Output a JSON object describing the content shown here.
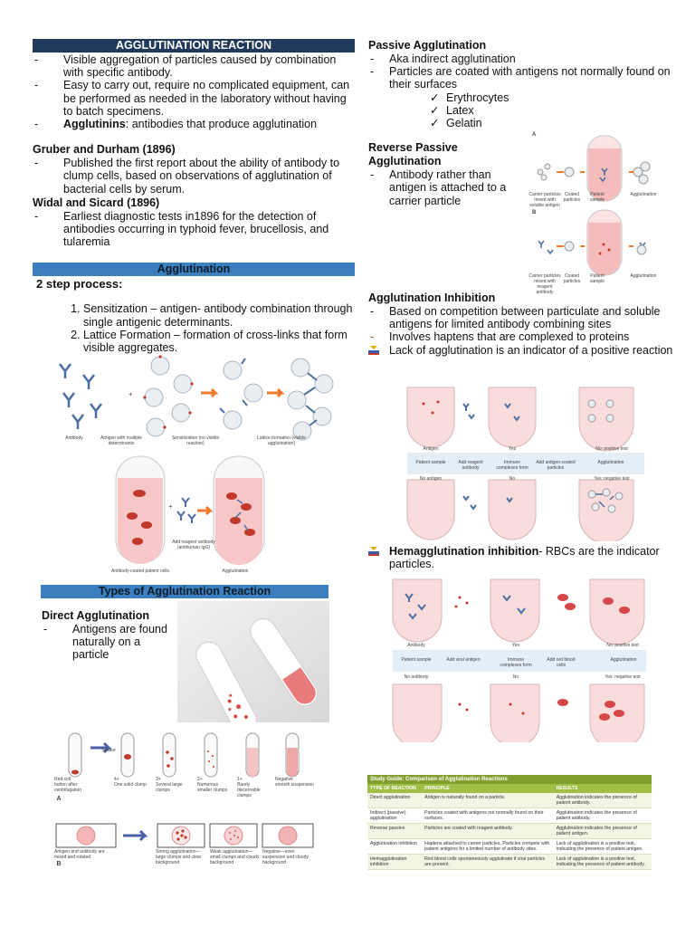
{
  "left": {
    "title_bar": "AGGLUTINATION REACTION",
    "intro": [
      "Visible aggregation of particles caused by combination with specific antibody.",
      "Easy to carry out, require no complicated equipment, can be performed as needed in the laboratory without having to batch specimens."
    ],
    "agglutinins_term": "Agglutinins",
    "agglutinins_def": ": antibodies that produce agglutination",
    "gruber_heading": "Gruber and Durham (1896)",
    "gruber_text": "Published the first report about the ability of antibody to clump cells, based on observations of agglutination of bacterial cells by serum.",
    "widal_heading": "Widal and Sicard (1896)",
    "widal_text": "Earliest diagnostic tests in1896 for the detection of antibodies occurring in typhoid fever, brucellosis, and tularemia",
    "agg_bar": "Agglutination",
    "two_step": "2 step process:",
    "steps": [
      "Sensitization – antigen- antibody combination through single antigenic determinants.",
      "Lattice Formation – formation of cross-links that form visible aggregates."
    ],
    "lattice_captions": [
      "Antibody",
      "Antigen with multiple determinants",
      "Sensitization (no visible reaction)",
      "Lattice formation (visible agglutination)"
    ],
    "tube_captions": [
      "Add reagent antibody (antihuman IgG)",
      "Antibody-coated patient cells",
      "Agglutination"
    ],
    "types_bar": "Types of Agglutination Reaction",
    "direct_heading": "Direct Agglutination",
    "direct_text": "Antigens are found naturally on a particle",
    "shake_label": "Shake",
    "grading": [
      {
        "top": "Red cell",
        "desc": "button after centrifugation"
      },
      {
        "top": "4+",
        "desc": "One solid clump"
      },
      {
        "top": "3+",
        "desc": "Several large clumps"
      },
      {
        "top": "2+",
        "desc": "Numerous smaller clumps"
      },
      {
        "top": "1+",
        "desc": "Barely discernable clumps"
      },
      {
        "top": "Negative",
        "desc": "smooth suspension"
      }
    ],
    "label_a": "A",
    "label_b": "B",
    "slide_captions": [
      "Antigen and antibody are mixed and rotated",
      "Strong agglutination—large clumps and clear background",
      "Weak agglutination—small clumps and cloudy background",
      "Negative—even suspension and cloudy background"
    ]
  },
  "right": {
    "passive_heading": "Passive Agglutination",
    "passive_items": [
      "Aka indirect agglutination",
      "Particles are coated with antigens not normally found on their surfaces"
    ],
    "passive_checks": [
      "Erythrocytes",
      "Latex",
      "Gelatin"
    ],
    "check_mark": "✓",
    "reverse_heading_1": "Reverse Passive",
    "reverse_heading_2": "Agglutination",
    "reverse_text": "Antibody rather than antigen is attached to a carrier particle",
    "reverse_captions_a": [
      "Carrier particles mixed with soluble antigen",
      "Coated particles",
      "Patient sample",
      "Agglutination"
    ],
    "reverse_captions_b": [
      "Carrier particles mixed with reagent antibody",
      "Coated particles",
      "Patient sample",
      "Agglutination"
    ],
    "fig_label_a": "A",
    "fig_label_b": "B",
    "inhibition_heading": "Agglutination Inhibition",
    "inhibition_items": [
      "Based on competition between particulate and soluble antigens for limited antibody combining sites",
      "Involves haptens that are complexed to proteins"
    ],
    "inhibition_flag_text": "Lack of agglutination is an indicator of a positive reaction",
    "inh_row1": [
      "Antigen",
      "Yes",
      "No: positive test"
    ],
    "inh_flow": [
      "Patient sample",
      "Add reagent antibody",
      "Immune complexes form",
      "Add antigen-coated particles",
      "Agglutination"
    ],
    "inh_row2": [
      "No antigen",
      "No",
      "Yes: negative test"
    ],
    "hemag_term": "Hemagglutination inhibition",
    "hemag_text": "- RBCs are the indicator particles.",
    "hem_row1": [
      "Antibody",
      "Yes",
      "No: positive test"
    ],
    "hem_flow": [
      "Patient sample",
      "Add viral antigen",
      "Immune complexes form",
      "Add red blood cells",
      "Agglutination"
    ],
    "hem_row2": [
      "No antibody",
      "No",
      "Yes: negative test"
    ],
    "guide_title": "Study Guide: Comparison of Agglutination Reactions",
    "guide_headers": [
      "TYPE OF REACTION",
      "PRINCIPLE",
      "RESULTS"
    ],
    "guide_rows": [
      [
        "Direct agglutination",
        "Antigen is naturally found on a particle.",
        "Agglutination indicates the presence of patient antibody."
      ],
      [
        "Indirect (passive) agglutination",
        "Particles coated with antigens not normally found on their surfaces.",
        "Agglutination indicates the presence of patient antibody."
      ],
      [
        "Reverse passive",
        "Particles are coated with reagent antibody.",
        "Agglutination indicates the presence of patient antigen."
      ],
      [
        "Agglutination inhibition",
        "Haptens attached to carrier particles. Particles compete with patient antigens for a limited number of antibody sites.",
        "Lack of agglutination is a positive test, indicating the presence of patient antigen."
      ],
      [
        "Hemagglutination inhibition",
        "Red blood cells spontaneously agglutinate if viral particles are present.",
        "Lack of agglutination is a positive test, indicating the presence of patient antibody."
      ]
    ]
  }
}
